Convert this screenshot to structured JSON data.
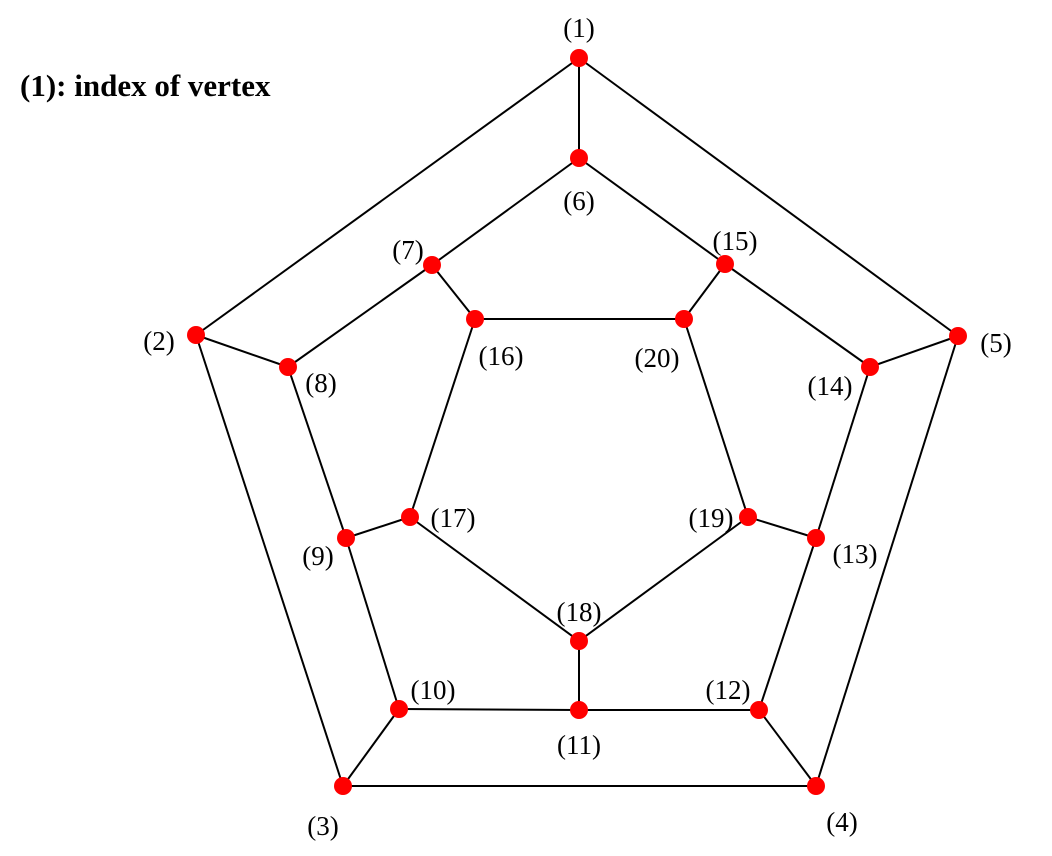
{
  "legend": {
    "text": "(1): index of vertex"
  },
  "graph": {
    "vertex_color": "#ff0000",
    "edge_color": "#000000",
    "vertices": [
      {
        "id": 1,
        "label": "(1)"
      },
      {
        "id": 2,
        "label": "(2)"
      },
      {
        "id": 3,
        "label": "(3)"
      },
      {
        "id": 4,
        "label": "(4)"
      },
      {
        "id": 5,
        "label": "(5)"
      },
      {
        "id": 6,
        "label": "(6)"
      },
      {
        "id": 7,
        "label": "(7)"
      },
      {
        "id": 8,
        "label": "(8)"
      },
      {
        "id": 9,
        "label": "(9)"
      },
      {
        "id": 10,
        "label": "(10)"
      },
      {
        "id": 11,
        "label": "(11)"
      },
      {
        "id": 12,
        "label": "(12)"
      },
      {
        "id": 13,
        "label": "(13)"
      },
      {
        "id": 14,
        "label": "(14)"
      },
      {
        "id": 15,
        "label": "(15)"
      },
      {
        "id": 16,
        "label": "(16)"
      },
      {
        "id": 17,
        "label": "(17)"
      },
      {
        "id": 18,
        "label": "(18)"
      },
      {
        "id": 19,
        "label": "(19)"
      },
      {
        "id": 20,
        "label": "(20)"
      }
    ],
    "edges": [
      [
        1,
        2
      ],
      [
        2,
        3
      ],
      [
        3,
        4
      ],
      [
        4,
        5
      ],
      [
        5,
        1
      ],
      [
        1,
        6
      ],
      [
        2,
        8
      ],
      [
        3,
        10
      ],
      [
        4,
        12
      ],
      [
        5,
        14
      ],
      [
        6,
        7
      ],
      [
        7,
        8
      ],
      [
        8,
        9
      ],
      [
        9,
        10
      ],
      [
        10,
        11
      ],
      [
        11,
        12
      ],
      [
        12,
        13
      ],
      [
        13,
        14
      ],
      [
        14,
        15
      ],
      [
        15,
        6
      ],
      [
        7,
        16
      ],
      [
        9,
        17
      ],
      [
        11,
        18
      ],
      [
        13,
        19
      ],
      [
        15,
        20
      ],
      [
        16,
        17
      ],
      [
        17,
        18
      ],
      [
        18,
        19
      ],
      [
        19,
        20
      ],
      [
        20,
        16
      ]
    ]
  }
}
